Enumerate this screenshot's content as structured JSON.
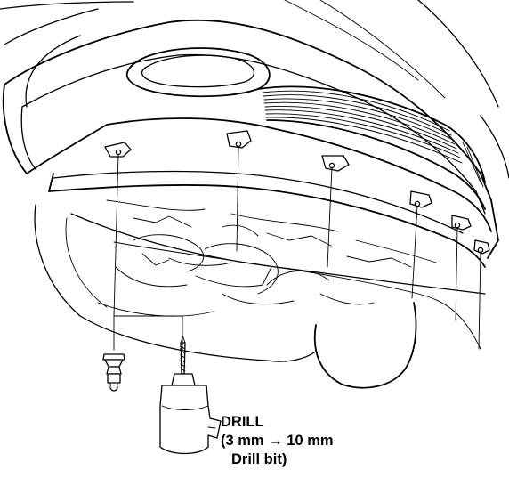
{
  "figure": {
    "caption": {
      "title": "DRILL",
      "spec": "(3 mm → 10 mm",
      "spec_end": "Drill bit)"
    }
  }
}
